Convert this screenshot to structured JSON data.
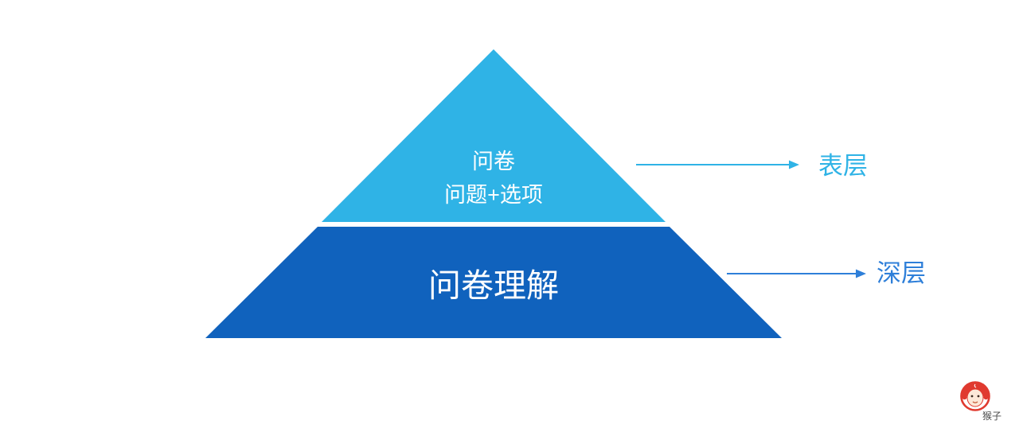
{
  "diagram": {
    "pyramid": {
      "top_layer": {
        "line1": "问卷",
        "line2": "问题+选项",
        "fill": "#2fb3e6",
        "text_color": "#ffffff"
      },
      "bottom_layer": {
        "label": "问卷理解",
        "fill": "#1062bd",
        "text_color": "#ffffff"
      }
    },
    "annotations": {
      "surface": {
        "label": "表层",
        "color": "#2fb3e6"
      },
      "deep": {
        "label": "深层",
        "color": "#2e7fd9"
      }
    }
  },
  "watermark": {
    "label": "猴子",
    "ring_color": "#e03a2f"
  }
}
